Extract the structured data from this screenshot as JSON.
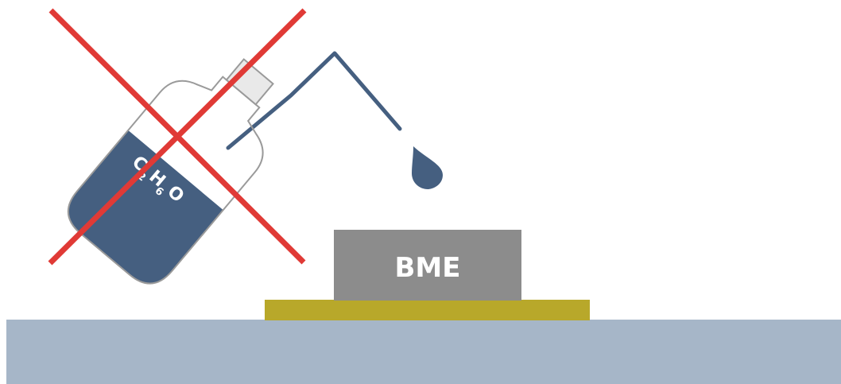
{
  "chip": {
    "label": "BME",
    "color": "#8c8c8c",
    "text_color": "#ffffff"
  },
  "pad": {
    "color": "#b8a82a"
  },
  "surface": {
    "color": "#a6b6c8"
  },
  "bottle": {
    "liquid_color": "#455f80",
    "outline_color": "#9a9a9a",
    "formula": {
      "c": "C",
      "sub1": "2",
      "h": "H",
      "sub2": "6",
      "o": "O"
    }
  },
  "droplet": {
    "color": "#455f80"
  },
  "prohibition": {
    "color": "#e03a36",
    "icon": "cross-icon"
  }
}
